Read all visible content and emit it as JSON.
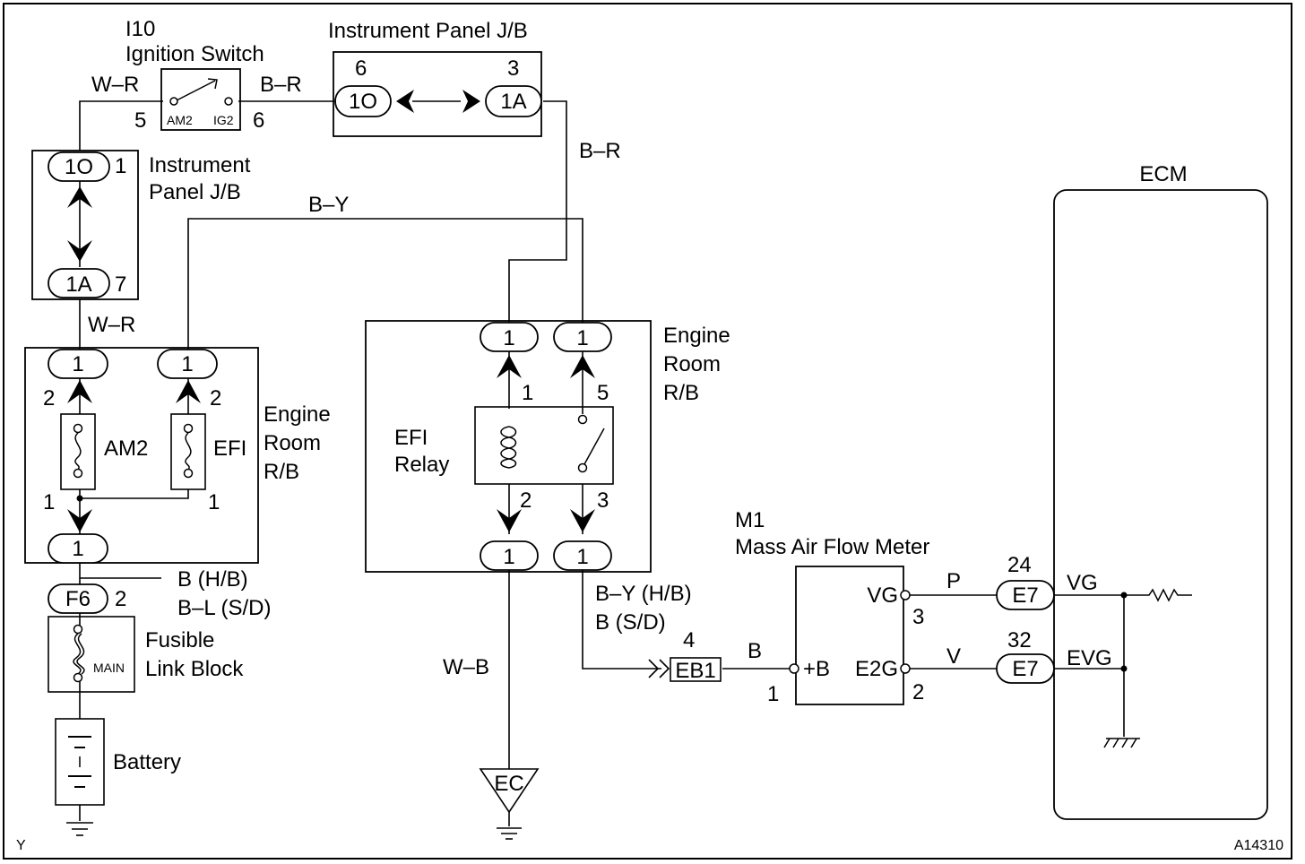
{
  "figure_code_left": "Y",
  "figure_id": "A14310",
  "ignition_switch": {
    "id": "I10",
    "name": "Ignition Switch",
    "pin_in": "5",
    "pin_out": "6",
    "term_left": "AM2",
    "term_right": "IG2"
  },
  "ipjb_top": {
    "name": "Instrument Panel J/B",
    "pin_left": "6",
    "pin_right": "3",
    "conn_left": "1O",
    "conn_right": "1A"
  },
  "ipjb_left": {
    "name_line1": "Instrument",
    "name_line2": "Panel J/B",
    "conn_top": "1O",
    "pin_top": "1",
    "conn_bottom": "1A",
    "pin_bottom": "7"
  },
  "err_left": {
    "name_line1": "Engine",
    "name_line2": "Room",
    "name_line3": "R/B",
    "conn_am2_top": "1",
    "conn_efi_top": "1",
    "pin_am2_top": "2",
    "pin_efi_top": "2",
    "fuse_am2": "AM2",
    "fuse_efi": "EFI",
    "pin_am2_bottom": "1",
    "pin_efi_bottom": "1",
    "conn_bottom": "1"
  },
  "err_right": {
    "name_line1": "Engine",
    "name_line2": "Room",
    "name_line3": "R/B",
    "conn_top_left": "1",
    "conn_top_right": "1",
    "pin_coil_top": "1",
    "pin_switch_top": "5",
    "relay_line1": "EFI",
    "relay_line2": "Relay",
    "pin_coil_bottom": "2",
    "pin_switch_bottom": "3",
    "conn_bottom_left": "1",
    "conn_bottom_right": "1"
  },
  "fusible_link": {
    "connector": "F6",
    "pin": "2",
    "name_line1": "Fusible",
    "name_line2": "Link Block",
    "fuse": "MAIN"
  },
  "battery": {
    "name": "Battery"
  },
  "ground": {
    "label": "EC"
  },
  "wires": {
    "w_r_top": "W–R",
    "b_r_top": "B–R",
    "b_r_right": "B–R",
    "b_y": "B–Y",
    "w_r_mid": "W–R",
    "b_hb": "B (H/B)",
    "b_l_sd": "B–L (S/D)",
    "b_y_hb": "B–Y (H/B)",
    "b_sd": "B (S/D)",
    "w_b": "W–B",
    "b": "B",
    "p": "P",
    "v": "V"
  },
  "eb1": {
    "connector": "EB1",
    "pin": "4"
  },
  "maf": {
    "id": "M1",
    "name": "Mass Air Flow Meter",
    "term_vg": "VG",
    "term_b": "+B",
    "term_e2g": "E2G",
    "pin_vg": "3",
    "pin_b": "1",
    "pin_e2g": "2"
  },
  "ecm": {
    "name": "ECM",
    "conn_vg": "E7",
    "pin_vg": "24",
    "term_vg": "VG",
    "conn_evg": "E7",
    "pin_evg": "32",
    "term_evg": "EVG"
  }
}
